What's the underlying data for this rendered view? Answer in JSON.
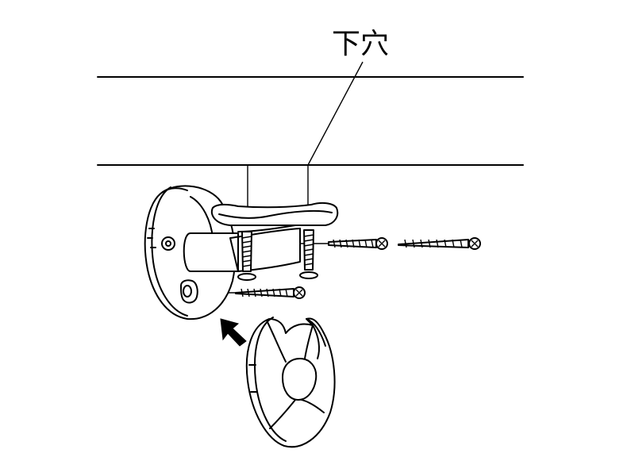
{
  "diagram": {
    "callout_label": "下穴",
    "colors": {
      "line": "#000000",
      "background": "#ffffff"
    },
    "parts": [
      "mounting-surface",
      "bracket-base-plate",
      "bracket-arm",
      "wood-screw",
      "cover-cap",
      "direction-arrow-icon"
    ]
  }
}
